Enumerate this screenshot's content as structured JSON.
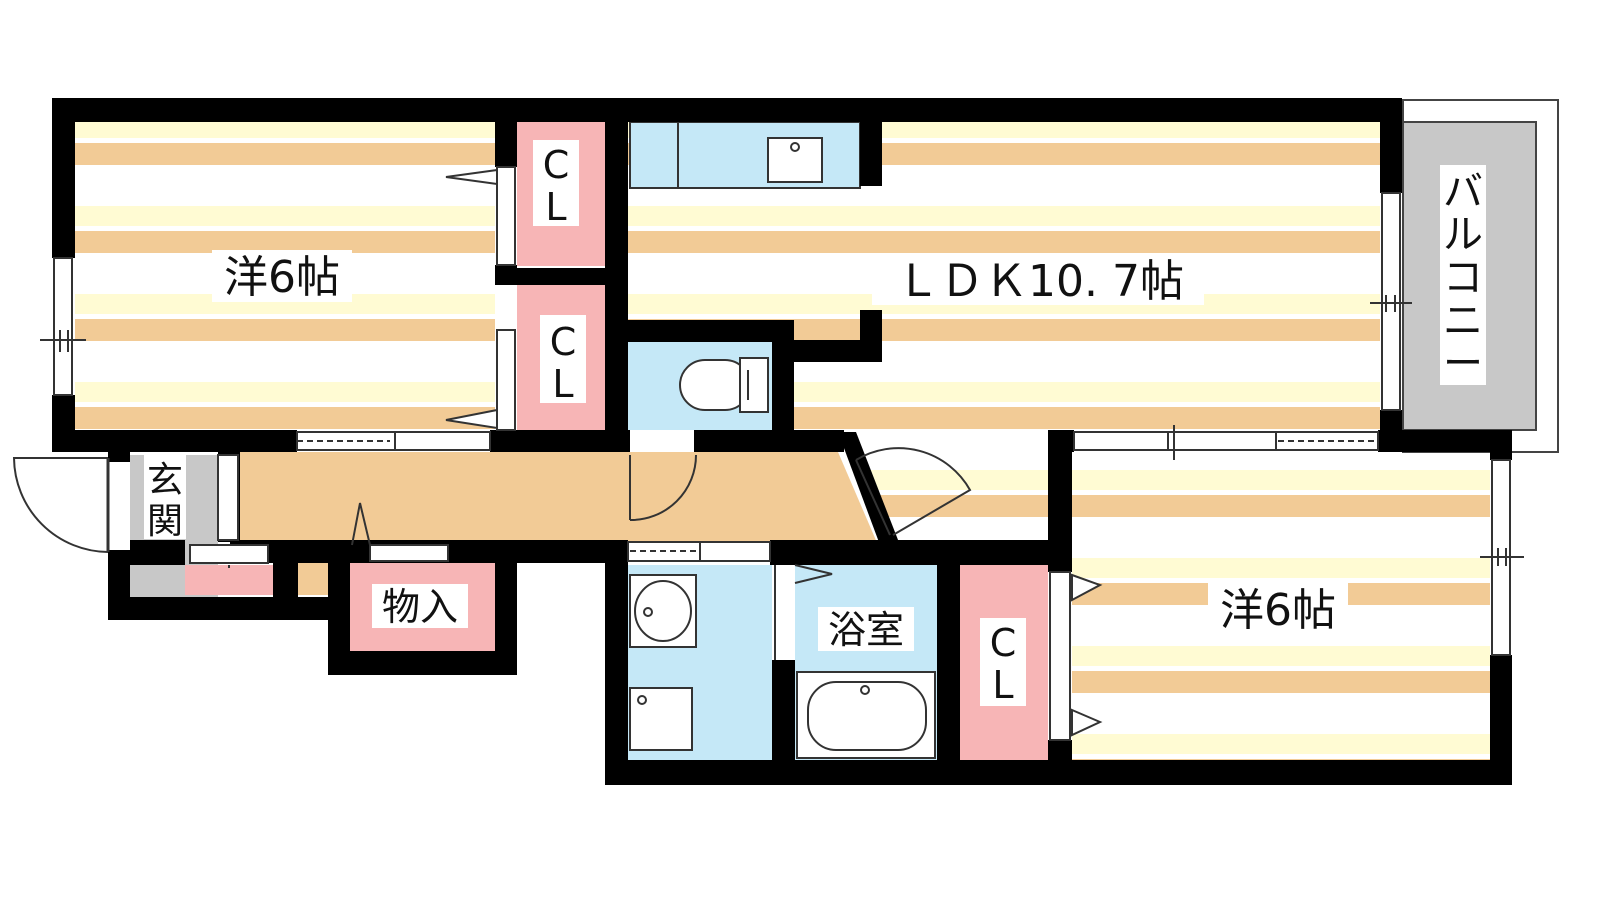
{
  "rooms": {
    "western_room_nw": {
      "label": "洋6帖"
    },
    "western_room_se": {
      "label": "洋6帖"
    },
    "ldk": {
      "label": "ＬＤＫ10. 7帖"
    },
    "balcony": {
      "label_chars": [
        "バ",
        "ル",
        "コ",
        "ニ",
        "ー"
      ]
    },
    "entrance": {
      "label_chars": [
        "玄",
        "関"
      ]
    },
    "storage": {
      "label": "物入"
    },
    "bathroom": {
      "label": "浴室"
    },
    "closet_1": {
      "label_chars": [
        "C",
        "L"
      ]
    },
    "closet_2": {
      "label_chars": [
        "C",
        "L"
      ]
    },
    "closet_3": {
      "label_chars": [
        "C",
        "L"
      ]
    }
  },
  "colors": {
    "wall": "#000000",
    "floor_stripe_light": "#fffbd3",
    "floor_stripe_dark": "#f2cb96",
    "hallway": "#f2cb96",
    "closet": "#f7b5b6",
    "wet_area": "#c5e8f7",
    "balcony": "#c8c8c8",
    "entrance": "#c8c8c8"
  }
}
